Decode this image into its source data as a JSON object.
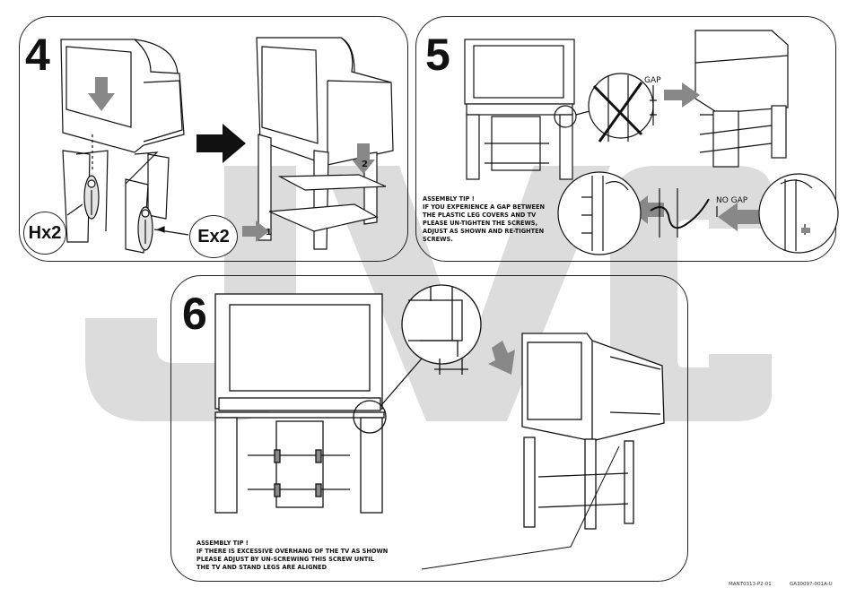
{
  "watermark": {
    "text": "JVC",
    "color": "#d9d9d9"
  },
  "steps": [
    {
      "number": "4"
    },
    {
      "number": "5"
    },
    {
      "number": "6"
    }
  ],
  "step4": {
    "hardware_h": "Hx2",
    "hardware_e": "Ex2",
    "marker_1": "1",
    "marker_2": "2"
  },
  "step5": {
    "gap_label": "GAP",
    "no_gap_label": "NO GAP",
    "tip_lines": [
      "ASSEMBLY TIP !",
      "IF YOU EXPERIENCE A GAP BETWEEN",
      "THE PLASTIC LEG COVERS AND TV",
      "PLEASE UN-TIGHTEN THE SCREWS,",
      "ADJUST AS SHOWN AND RE-TIGHTEN",
      "SCREWS."
    ]
  },
  "step6": {
    "tip_lines": [
      "ASSEMBLY TIP !",
      "IF THERE IS EXCESSIVE OVERHANG OF THE TV AS SHOWN",
      "PLEASE ADJUST BY UN-SCREWING THIS SCREW UNTIL",
      "THE TV AND STAND LEGS ARE ALIGNED"
    ]
  },
  "footer": {
    "left_code": "MANT0313-P2-01",
    "right_code": "GA30097-001A-U"
  }
}
